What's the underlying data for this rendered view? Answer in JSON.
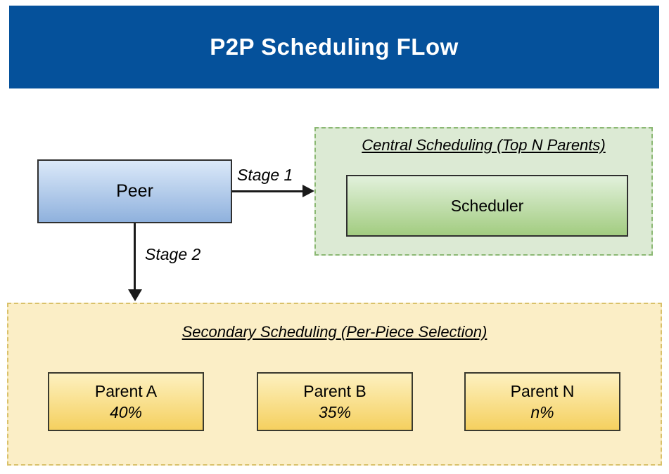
{
  "header": {
    "title": "P2P Scheduling FLow"
  },
  "nodes": {
    "peer": "Peer",
    "scheduler": "Scheduler"
  },
  "edges": {
    "stage1": "Stage 1",
    "stage2": "Stage 2"
  },
  "central": {
    "title": "Central Scheduling (Top N Parents)"
  },
  "secondary": {
    "title": "Secondary Scheduling (Per-Piece Selection)",
    "parents": [
      {
        "name": "Parent A",
        "share": "40%"
      },
      {
        "name": "Parent B",
        "share": "35%"
      },
      {
        "name": "Parent N",
        "share": "n%"
      }
    ]
  },
  "colors": {
    "banner_bg": "#05519b",
    "banner_text": "#ffffff",
    "peer_gradient_top": "#dbe9f9",
    "peer_gradient_bottom": "#8fb1dd",
    "central_bg": "#dcead4",
    "central_border": "#8bb873",
    "scheduler_gradient_top": "#e2f1dc",
    "scheduler_gradient_bottom": "#a2cc80",
    "secondary_bg": "#fbeec6",
    "secondary_border": "#d9c16a",
    "parent_gradient_top": "#fdf1c0",
    "parent_gradient_bottom": "#f5d05f",
    "arrow": "#1a1a1a"
  }
}
